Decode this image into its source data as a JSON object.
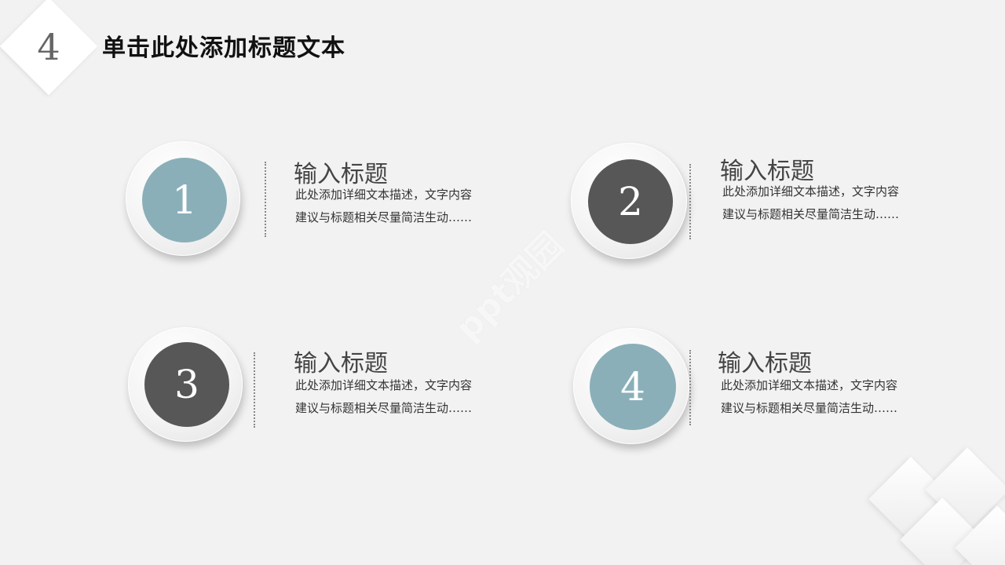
{
  "header": {
    "section_number": "4",
    "title": "单击此处添加标题文本"
  },
  "items": [
    {
      "number": "1",
      "title": "输入标题",
      "desc_line1": "此处添加详细文本描述，文字内容",
      "desc_line2": "建议与标题相关尽量简洁生动……"
    },
    {
      "number": "2",
      "title": "输入标题",
      "desc_line1": "此处添加详细文本描述，文字内容",
      "desc_line2": "建议与标题相关尽量简洁生动……"
    },
    {
      "number": "3",
      "title": "输入标题",
      "desc_line1": "此处添加详细文本描述，文字内容",
      "desc_line2": "建议与标题相关尽量简洁生动……"
    },
    {
      "number": "4",
      "title": "输入标题",
      "desc_line1": "此处添加详细文本描述，文字内容",
      "desc_line2": "建议与标题相关尽量简洁生动……"
    }
  ],
  "watermark": "ppt观园",
  "colors": {
    "background": "#f2f2f2",
    "teal": "#8aafb9",
    "dark_gray": "#575757"
  }
}
